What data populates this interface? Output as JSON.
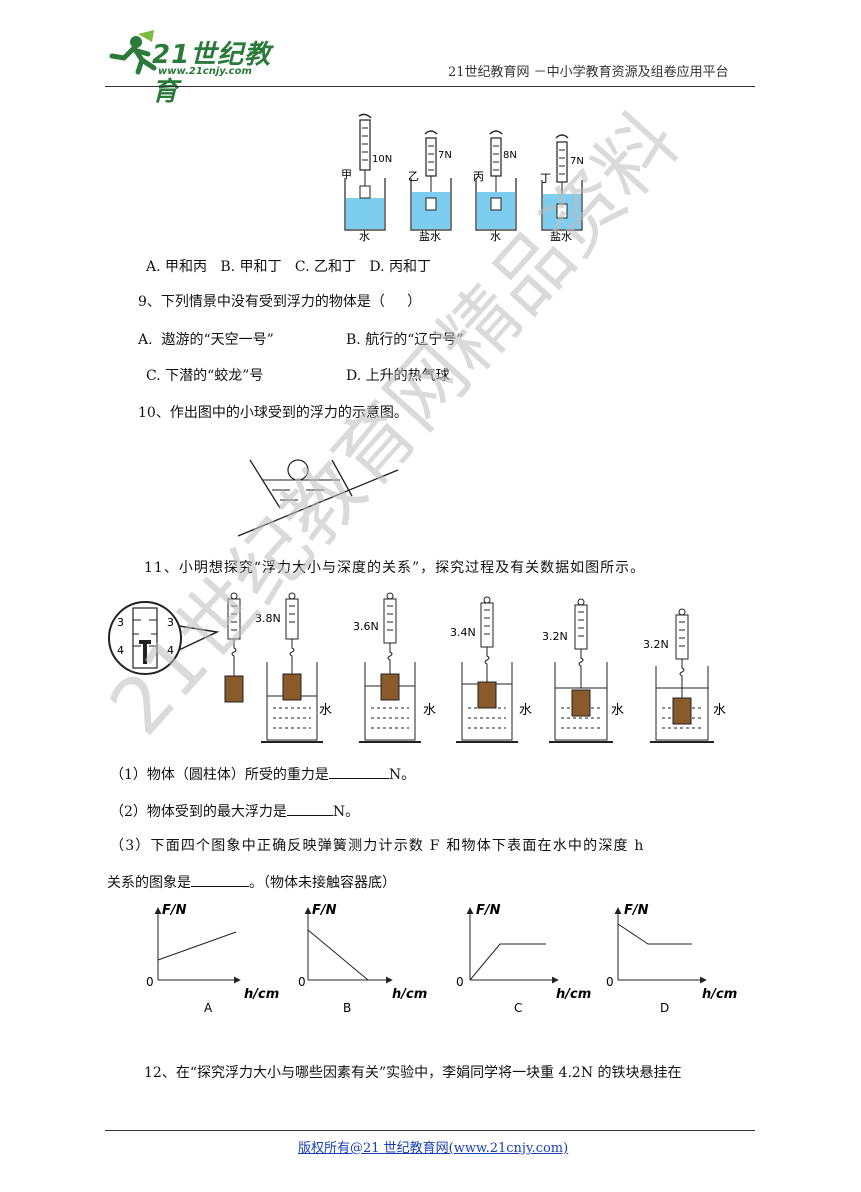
{
  "header": {
    "logo_main": "21世纪教育",
    "logo_url": "www.21cnjy.com",
    "site_title": "21世纪教育网 －中小学教育资源及组卷应用平台"
  },
  "fig8": {
    "labels": [
      "甲",
      "乙",
      "丙",
      "丁"
    ],
    "readings": [
      "10N",
      "7N",
      "8N",
      "7N"
    ],
    "liquids": [
      "水",
      "盐水",
      "水",
      "盐水"
    ]
  },
  "q8_options": "A. 甲和丙   B. 甲和丁   C. 乙和丁   D. 丙和丁",
  "q9": {
    "stem": "9、下列情景中没有受到浮力的物体是（     ）",
    "optA": "A.  遨游的“天空一号”",
    "optB": "B. 航行的“辽宁号”",
    "optC": "C. 下潜的“蛟龙”号",
    "optD": "D. 上升的热气球"
  },
  "q10": {
    "stem": "10、作出图中的小球受到的浮力的示意图。"
  },
  "q11": {
    "stem": "11、小明想探究“浮力大小与深度的关系”，探究过程及有关数据如图所示。",
    "zoom_ticks": [
      "3",
      "3",
      "4",
      "4"
    ],
    "readings": [
      "3.8N",
      "3.6N",
      "3.4N",
      "3.2N",
      "3.2N"
    ],
    "water_label": "水",
    "p1_pre": "（1）物体（圆柱体）所受的重力是",
    "p1_post": "N。",
    "p2_pre": "（2）物体受到的最大浮力是",
    "p2_post": "N。",
    "p3_line1": "（3）下面四个图象中正确反映弹簧测力计示数 F 和物体下表面在水中的深度 h",
    "p3_pre": "关系的图象是",
    "p3_post": "。（物体未接触容器底）",
    "graph_ylabel": "F/N",
    "graph_xlabel": "h/cm",
    "graph_origin": "0",
    "graph_names": [
      "A",
      "B",
      "C",
      "D"
    ]
  },
  "q12": {
    "stem": "12、在“探究浮力大小与哪些因素有关”实验中，李娟同学将一块重 4.2N 的铁块悬挂在"
  },
  "footer": {
    "copyright": "版权所有@21 世纪教育网(www.21cnjy.com)"
  },
  "watermark": {
    "text1": "21世纪教育网精品资料"
  }
}
